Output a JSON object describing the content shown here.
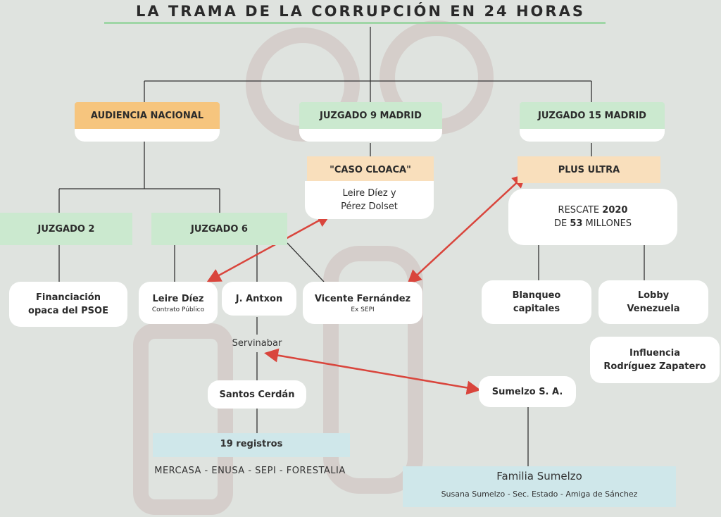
{
  "title": "LA TRAMA DE LA CORRUPCIÓN EN 24 HORAS",
  "courts": {
    "audiencia": "AUDIENCIA NACIONAL",
    "juzgado9": "JUZGADO 9 MADRID",
    "juzgado15": "JUZGADO 15  MADRID",
    "juzgado2": "JUZGADO  2",
    "juzgado6": "JUZGADO 6"
  },
  "cases": {
    "cloaca": "\"CASO CLOACA\"",
    "cloaca_people_line1": "Leire Díez y",
    "cloaca_people_line2": "Pérez Dolset",
    "plus_ultra": "PLUS ULTRA",
    "rescate_pre": "RESCATE ",
    "rescate_year": "2020",
    "rescate_de": "DE ",
    "rescate_amount": "53",
    "rescate_post": " MILLONES"
  },
  "nodes": {
    "financiacion_line1": "Financiación",
    "financiacion_line2": "opaca del PSOE",
    "leire": "Leire Díez",
    "leire_sub": "Contrato  Público",
    "antxon": "J. Antxon",
    "vicente": "Vicente Fernández",
    "vicente_sub": "Ex SEPI",
    "blanqueo_line1": "Blanqueo",
    "blanqueo_line2": "capitales",
    "lobby_line1": "Lobby",
    "lobby_line2": "Venezuela",
    "influencia_line1": "Influencia",
    "influencia_line2": "Rodríguez Zapatero",
    "servinabar": "Servinabar",
    "santos": "Santos Cerdán",
    "sumelzo": "Sumelzo S. A.",
    "registros": "19 registros",
    "companies": "MERCASA   -   ENUSA   -   SEPI   -   FORESTALIA",
    "familia": "Familia Sumelzo",
    "familia_sub": "Susana Sumelzo - Sec. Estado - Amiga de Sánchez"
  },
  "colors": {
    "orange": "#f6c57e",
    "green": "#cbe9cf",
    "light_orange": "#f9dfbc",
    "arrow_red": "#d9453c",
    "light_blue": "#cfe7ea"
  }
}
